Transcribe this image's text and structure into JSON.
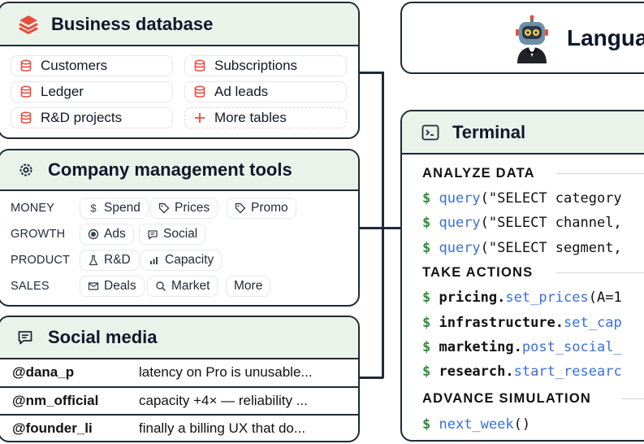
{
  "business_db": {
    "title": "Business database",
    "tables": [
      "Customers",
      "Subscriptions",
      "Ledger",
      "Ad leads",
      "R&D projects"
    ],
    "more": "More tables"
  },
  "tools": {
    "title": "Company management tools",
    "rows": [
      {
        "label": "MONEY",
        "chips": [
          {
            "icon": "dollar-icon",
            "text": "Spend"
          },
          {
            "icon": "tag-icon",
            "text": "Prices"
          },
          {
            "icon": "tag-icon",
            "text": "Promo"
          }
        ]
      },
      {
        "label": "GROWTH",
        "chips": [
          {
            "icon": "target-icon",
            "text": "Ads"
          },
          {
            "icon": "chat-icon",
            "text": "Social"
          }
        ]
      },
      {
        "label": "PRODUCT",
        "chips": [
          {
            "icon": "flask-icon",
            "text": "R&D"
          },
          {
            "icon": "bars-icon",
            "text": "Capacity"
          }
        ]
      },
      {
        "label": "SALES",
        "chips": [
          {
            "icon": "mail-icon",
            "text": "Deals"
          },
          {
            "icon": "search-icon",
            "text": "Market"
          },
          {
            "icon": "",
            "text": "More"
          }
        ]
      }
    ]
  },
  "social": {
    "title": "Social media",
    "posts": [
      {
        "handle": "@dana_p",
        "text": "latency on Pro is unusable..."
      },
      {
        "handle": "@nm_official",
        "text": "capacity +4× — reliability ..."
      },
      {
        "handle": "@founder_li",
        "text": "finally a billing UX that do..."
      }
    ]
  },
  "agent": {
    "title": "Langua"
  },
  "terminal": {
    "title": "Terminal",
    "sections": [
      {
        "name": "ANALYZE DATA",
        "commands": [
          {
            "obj": "",
            "fn": "query",
            "arg": "(\"SELECT category"
          },
          {
            "obj": "",
            "fn": "query",
            "arg": "(\"SELECT channel,"
          },
          {
            "obj": "",
            "fn": "query",
            "arg": "(\"SELECT segment,"
          }
        ]
      },
      {
        "name": "TAKE ACTIONS",
        "commands": [
          {
            "obj": "pricing",
            "fn": "set_prices",
            "arg": "(A=1"
          },
          {
            "obj": "infrastructure",
            "fn": "set_cap",
            "arg": ""
          },
          {
            "obj": "marketing",
            "fn": "post_social_",
            "arg": ""
          },
          {
            "obj": "research",
            "fn": "start_researc",
            "arg": ""
          }
        ]
      },
      {
        "name": "ADVANCE SIMULATION",
        "commands": [
          {
            "obj": "",
            "fn": "next_week",
            "arg": "()"
          }
        ]
      }
    ]
  },
  "colors": {
    "header_bg": "#eaf3ea",
    "border": "#1f2a37",
    "accent_red": "#e4503f",
    "prompt_green": "#2f8f3a",
    "fn_blue": "#3b6fd8"
  }
}
